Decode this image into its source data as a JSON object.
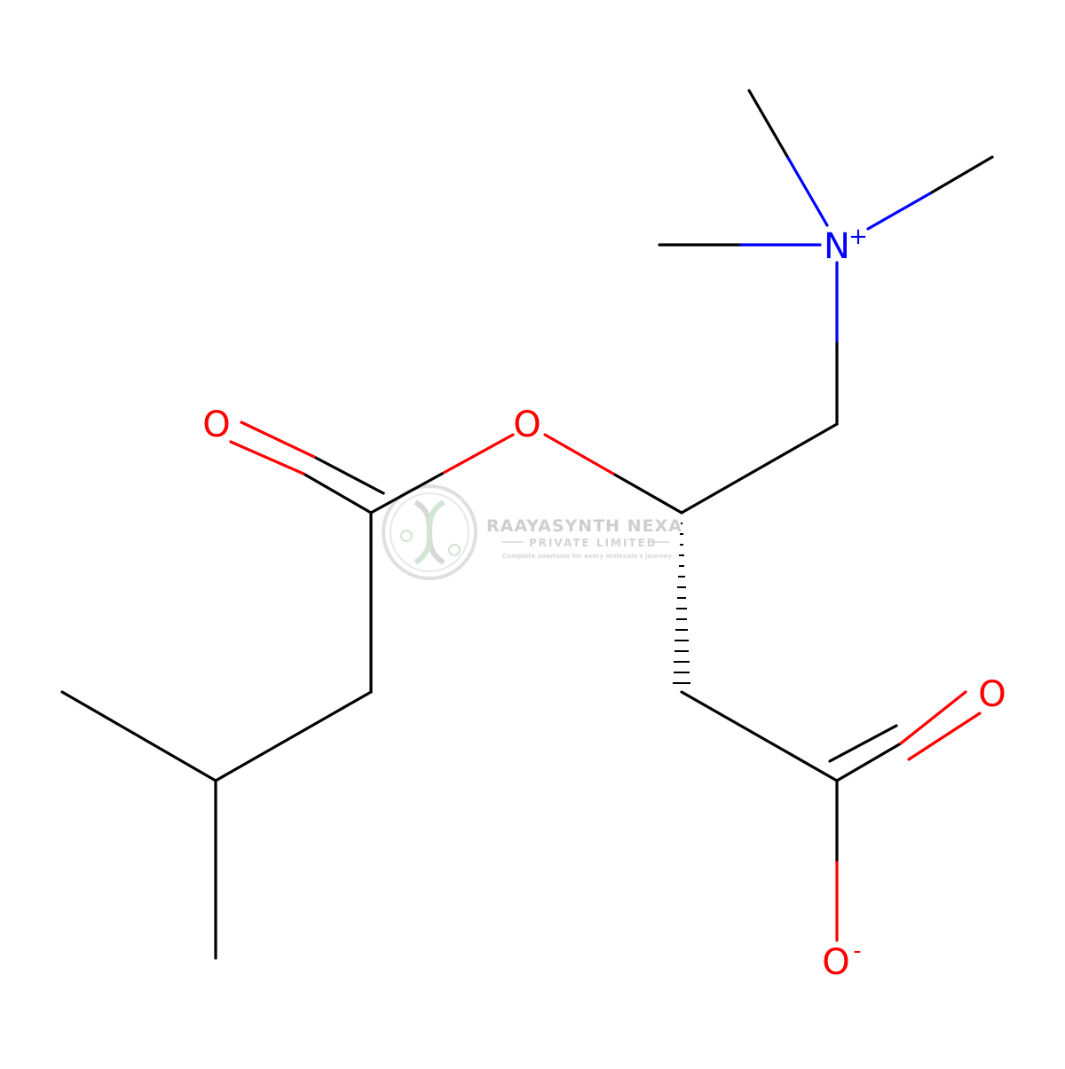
{
  "molecule": {
    "atoms": {
      "n_plus": "N",
      "n_plus_charge": "+",
      "o_ester": "O",
      "o_carbonyl": "O",
      "o_acid_double": "O",
      "o_minus": "O",
      "o_minus_charge": "-"
    },
    "colors": {
      "bond": "#000000",
      "nitrogen": "#0000ff",
      "oxygen": "#ff0000"
    }
  },
  "watermark": {
    "company": "RAAYASYNTH NEXA",
    "subtitle": "PRIVATE LIMITED",
    "tagline": "Complete solutions for every molecule's journey",
    "colors": {
      "text": "#c9c9c9",
      "logo": "#d8d8d8",
      "accent": "#cfe3cf"
    },
    "logo_icon": "dna-helix-logo-icon"
  }
}
